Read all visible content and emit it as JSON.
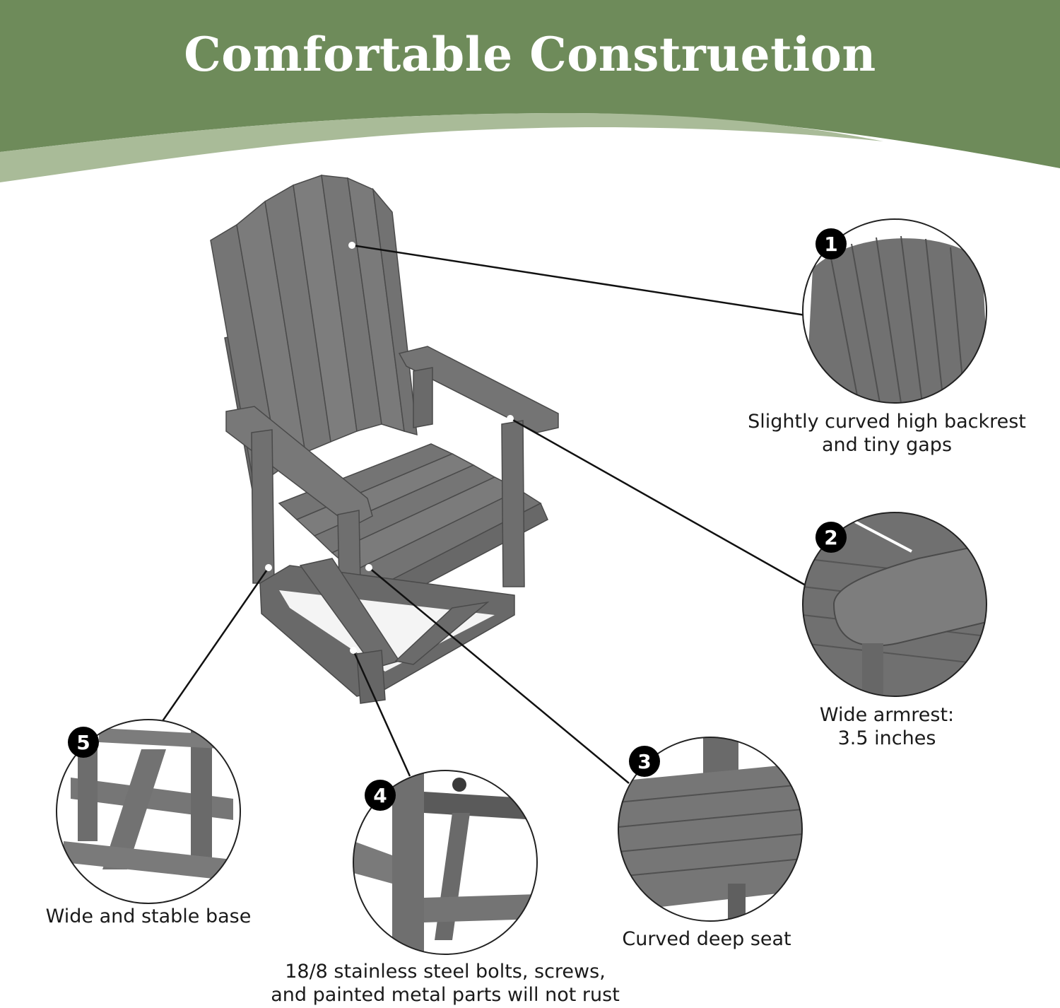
{
  "header": {
    "title": "Comfortable Construetion",
    "band_color": "#6e8b5a",
    "wave_color": "#a9bb98"
  },
  "product": {
    "color": "#6f6f6f"
  },
  "callouts": [
    {
      "number": "1",
      "line1": "Slightly curved high backrest",
      "line2": "and tiny gaps"
    },
    {
      "number": "2",
      "line1": "Wide armrest:",
      "line2": "3.5 inches"
    },
    {
      "number": "3",
      "line1": "Curved deep seat",
      "line2": ""
    },
    {
      "number": "4",
      "line1": "18/8 stainless steel bolts, screws,",
      "line2": "and painted metal parts will not rust"
    },
    {
      "number": "5",
      "line1": "Wide and stable base",
      "line2": ""
    }
  ]
}
